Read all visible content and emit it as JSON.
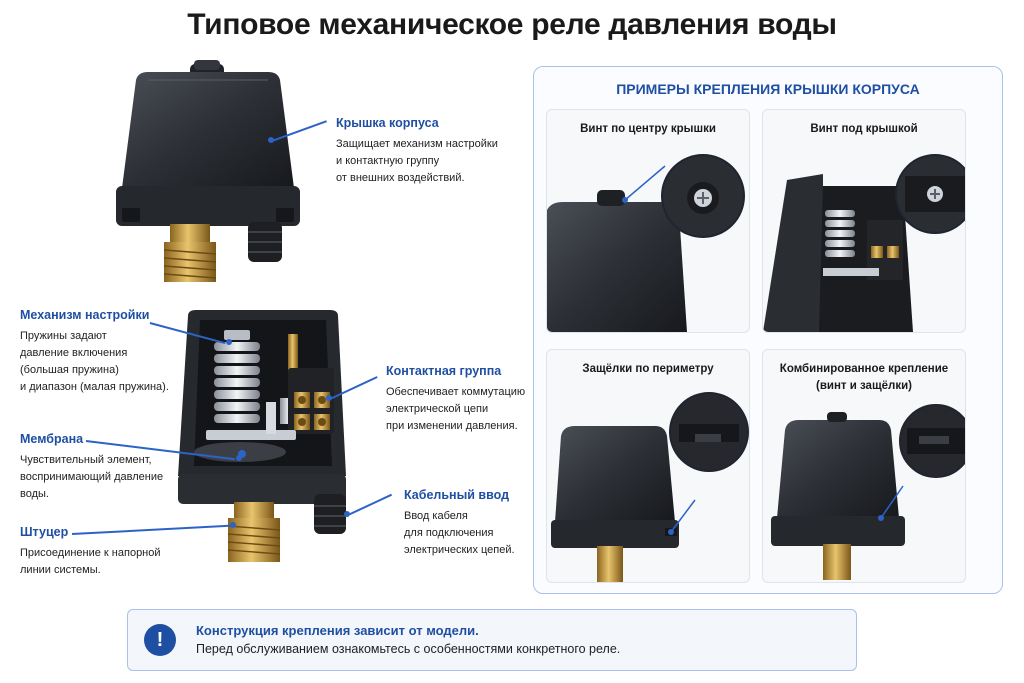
{
  "title": "Типовое механическое реле давления воды",
  "callouts": {
    "cover": {
      "title": "Крышка корпуса",
      "lines": [
        "Защищает механизм настройки",
        "и контактную группу",
        "от внешних воздействий."
      ]
    },
    "mechanism": {
      "title": "Механизм настройки",
      "lines": [
        "Пружины задают",
        "давление включения",
        "(большая пружина)",
        "и диапазон (малая пружина)."
      ]
    },
    "membrane": {
      "title": "Мембрана",
      "lines": [
        "Чувствительный элемент,",
        "воспринимающий давление",
        "воды."
      ]
    },
    "fitting": {
      "title": "Штуцер",
      "lines": [
        "Присоединение к напорной",
        "линии системы."
      ]
    },
    "contacts": {
      "title": "Контактная группа",
      "lines": [
        "Обеспечивает коммутацию",
        "электрической цепи",
        "при изменении давления."
      ]
    },
    "cable": {
      "title": "Кабельный ввод",
      "lines": [
        "Ввод кабеля",
        "для подключения",
        "электрических цепей."
      ]
    }
  },
  "panel": {
    "title": "ПРИМЕРЫ КРЕПЛЕНИЯ КРЫШКИ КОРПУСА",
    "cards": [
      {
        "lines": [
          "Винт по центру крышки"
        ]
      },
      {
        "lines": [
          "Винт под крышкой"
        ]
      },
      {
        "lines": [
          "Защёлки по периметру"
        ]
      },
      {
        "lines": [
          "Комбинированное крепление",
          "(винт и защёлки)"
        ]
      }
    ]
  },
  "note": {
    "icon": "!",
    "title": "Конструкция крепления зависит от модели.",
    "text": "Перед обслуживанием ознакомьтесь с особенностями конкретного реле."
  },
  "colors": {
    "accent": "#1f4fa3",
    "leader": "#2b63c7",
    "housing": "#2c2f35",
    "brass": "#c9a04a"
  }
}
